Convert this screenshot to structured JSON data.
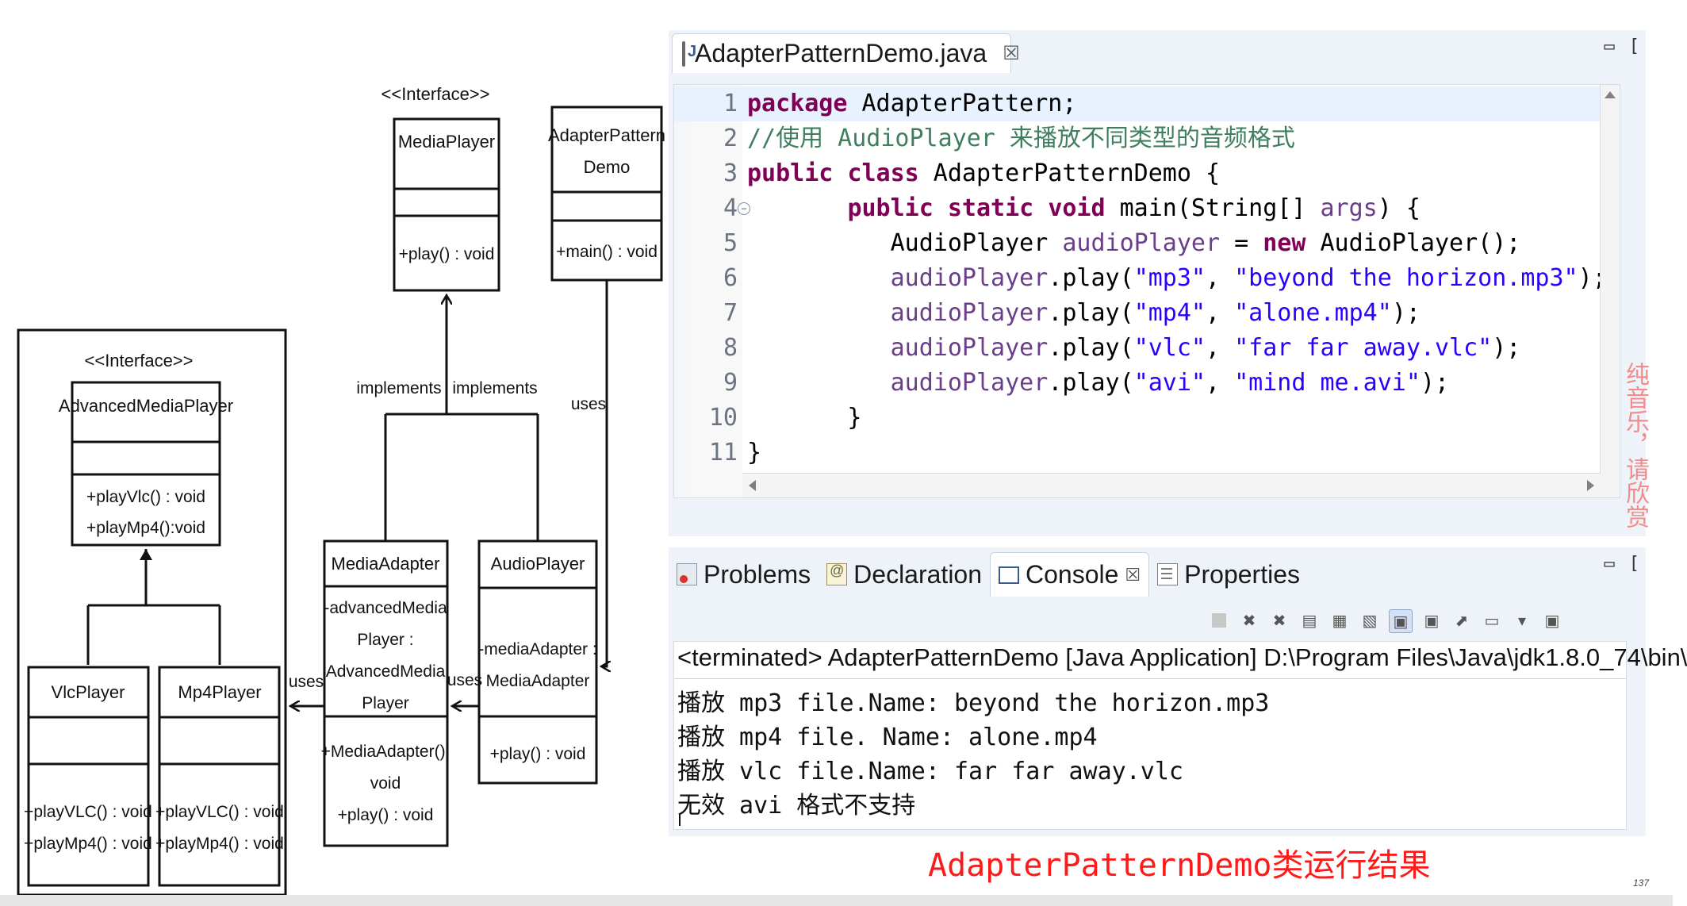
{
  "uml": {
    "stereotype_media_player": "<<Interface>>",
    "media_player": {
      "name": "MediaPlayer",
      "method": "+play() : void"
    },
    "adapter_demo": {
      "name_line1": "AdapterPattern",
      "name_line2": "Demo",
      "method": "+main() : void"
    },
    "stereotype_advanced": "<<Interface>>",
    "advanced_media_player": {
      "name": "AdvancedMediaPlayer",
      "method1": "+playVlc() : void",
      "method2": "+playMp4():void"
    },
    "vlc_player": {
      "name": "VlcPlayer",
      "method1": "+playVLC() : void",
      "method2": "+playMp4() : void"
    },
    "mp4_player": {
      "name": "Mp4Player",
      "method1": "+playVLC() : void",
      "method2": "+playMp4() : void"
    },
    "media_adapter": {
      "name": "MediaAdapter",
      "attr1": "-advancedMedia",
      "attr2": "Player :",
      "attr3": "AdvancedMedia",
      "attr4": "Player",
      "method1": "+MediaAdapter():",
      "method2": "void",
      "method3": "+play() : void"
    },
    "audio_player": {
      "name": "AudioPlayer",
      "attr1": "-mediaAdapter :",
      "attr2": "MediaAdapter",
      "method": "+play() : void"
    },
    "labels": {
      "implements_left": "implements",
      "implements_right": "implements",
      "uses_demo": "uses",
      "uses_left": "uses",
      "uses_middle": "uses"
    }
  },
  "editor": {
    "tab_title": "AdapterPatternDemo.java",
    "tab_close": "☒",
    "window_buttons": {
      "minimize": "▭",
      "maximize": "["
    },
    "lines": [
      {
        "no": "1",
        "segments": [
          {
            "t": "package",
            "c": "kw"
          },
          {
            "t": " AdapterPattern;",
            "c": ""
          }
        ]
      },
      {
        "no": "2",
        "segments": [
          {
            "t": "//使用 AudioPlayer 来播放不同类型的音频格式",
            "c": "cm"
          }
        ]
      },
      {
        "no": "3",
        "segments": [
          {
            "t": "public",
            "c": "kw"
          },
          {
            "t": " ",
            "c": ""
          },
          {
            "t": "class",
            "c": "kw"
          },
          {
            "t": " AdapterPatternDemo {",
            "c": ""
          }
        ]
      },
      {
        "no": "4",
        "segments": [
          {
            "t": "       ",
            "c": ""
          },
          {
            "t": "public",
            "c": "kw"
          },
          {
            "t": " ",
            "c": ""
          },
          {
            "t": "static",
            "c": "kw"
          },
          {
            "t": " ",
            "c": ""
          },
          {
            "t": "void",
            "c": "kw"
          },
          {
            "t": " main(String[] ",
            "c": ""
          },
          {
            "t": "args",
            "c": "ident"
          },
          {
            "t": ") {",
            "c": ""
          }
        ]
      },
      {
        "no": "5",
        "segments": [
          {
            "t": "          AudioPlayer ",
            "c": ""
          },
          {
            "t": "audioPlayer",
            "c": "ident"
          },
          {
            "t": " = ",
            "c": ""
          },
          {
            "t": "new",
            "c": "kw"
          },
          {
            "t": " AudioPlayer();",
            "c": ""
          }
        ]
      },
      {
        "no": "6",
        "segments": [
          {
            "t": "          ",
            "c": ""
          },
          {
            "t": "audioPlayer",
            "c": "ident"
          },
          {
            "t": ".play(",
            "c": ""
          },
          {
            "t": "\"mp3\"",
            "c": "st"
          },
          {
            "t": ", ",
            "c": ""
          },
          {
            "t": "\"beyond the horizon.mp3\"",
            "c": "st"
          },
          {
            "t": ");",
            "c": ""
          }
        ]
      },
      {
        "no": "7",
        "segments": [
          {
            "t": "          ",
            "c": ""
          },
          {
            "t": "audioPlayer",
            "c": "ident"
          },
          {
            "t": ".play(",
            "c": ""
          },
          {
            "t": "\"mp4\"",
            "c": "st"
          },
          {
            "t": ", ",
            "c": ""
          },
          {
            "t": "\"alone.mp4\"",
            "c": "st"
          },
          {
            "t": ");",
            "c": ""
          }
        ]
      },
      {
        "no": "8",
        "segments": [
          {
            "t": "          ",
            "c": ""
          },
          {
            "t": "audioPlayer",
            "c": "ident"
          },
          {
            "t": ".play(",
            "c": ""
          },
          {
            "t": "\"vlc\"",
            "c": "st"
          },
          {
            "t": ", ",
            "c": ""
          },
          {
            "t": "\"far far away.vlc\"",
            "c": "st"
          },
          {
            "t": ");",
            "c": ""
          }
        ]
      },
      {
        "no": "9",
        "segments": [
          {
            "t": "          ",
            "c": ""
          },
          {
            "t": "audioPlayer",
            "c": "ident"
          },
          {
            "t": ".play(",
            "c": ""
          },
          {
            "t": "\"avi\"",
            "c": "st"
          },
          {
            "t": ", ",
            "c": ""
          },
          {
            "t": "\"mind me.avi\"",
            "c": "st"
          },
          {
            "t": ");",
            "c": ""
          }
        ]
      },
      {
        "no": "10",
        "segments": [
          {
            "t": "       }",
            "c": ""
          }
        ]
      },
      {
        "no": "11",
        "segments": [
          {
            "t": "}",
            "c": ""
          }
        ]
      }
    ]
  },
  "console": {
    "tabs": [
      {
        "label": "Problems",
        "icon": "problems-icon"
      },
      {
        "label": "Declaration",
        "icon": "declaration-icon"
      },
      {
        "label": "Console",
        "icon": "console-icon"
      },
      {
        "label": "Properties",
        "icon": "properties-icon"
      }
    ],
    "tab_close": "☒",
    "terminated": "<terminated> AdapterPatternDemo [Java Application] D:\\Program Files\\Java\\jdk1.8.0_74\\bin\\",
    "output": [
      "播放 mp3 file.Name: beyond the horizon.mp3",
      "播放 mp4 file. Name: alone.mp4",
      "播放 vlc file.Name: far far away.vlc",
      "无效 avi 格式不支持"
    ]
  },
  "caption": "AdapterPatternDemo类运行结果",
  "side_note": "纯音乐，请欣赏",
  "page_number": "137",
  "colors": {
    "keyword": "#7f0055",
    "comment": "#3f7f5f",
    "string": "#2a00ff",
    "caption": "#ff1a1a"
  }
}
